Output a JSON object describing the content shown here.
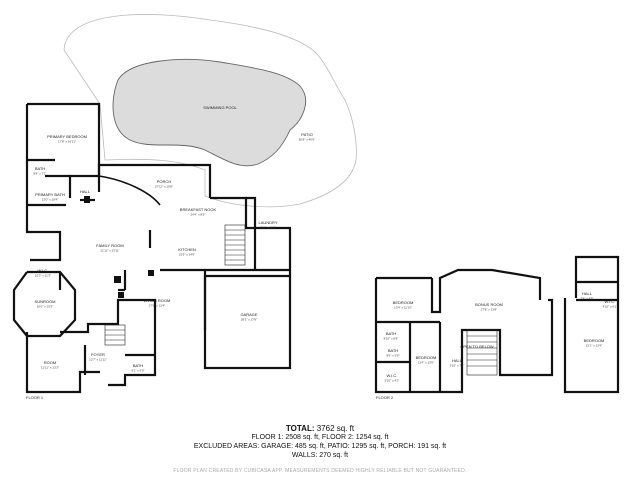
{
  "rooms": [
    {
      "id": "primary-bedroom",
      "name": "PRIMARY BEDROOM",
      "dims": "17'8\" x 16'11\""
    },
    {
      "id": "bath-1",
      "name": "BATH",
      "dims": "8'8\" x 7'1\""
    },
    {
      "id": "primary-bath",
      "name": "PRIMARY BATH",
      "dims": "13'0\" x 18'4\""
    },
    {
      "id": "hall-1",
      "name": "HALL",
      "dims": ""
    },
    {
      "id": "porch",
      "name": "PORCH",
      "dims": "27'11\" x 10'8\""
    },
    {
      "id": "breakfast-nook",
      "name": "BREAKFAST NOOK",
      "dims": "24'4\" x 8'9\""
    },
    {
      "id": "laundry",
      "name": "LAUNDRY",
      "dims": "8'11\" x 11'9\""
    },
    {
      "id": "family-room",
      "name": "FAMILY ROOM",
      "dims": "21'11\" x 23'11\""
    },
    {
      "id": "kitchen",
      "name": "KITCHEN",
      "dims": "23'6\" x 14'6\""
    },
    {
      "id": "wic-1",
      "name": "W.I.C.",
      "dims": "10'3\" x 11'3\""
    },
    {
      "id": "swimming-pool",
      "name": "SWIMMING POOL",
      "dims": ""
    },
    {
      "id": "patio",
      "name": "PATIO",
      "dims": "82'8\" x 40'6\""
    },
    {
      "id": "sunroom",
      "name": "SUNROOM",
      "dims": "16'0\" x 15'3\""
    },
    {
      "id": "living-room",
      "name": "LIVING ROOM",
      "dims": "17'9\" x 12'4\""
    },
    {
      "id": "garage",
      "name": "GARAGE",
      "dims": "28'3\" x 27'9\""
    },
    {
      "id": "room",
      "name": "ROOM",
      "dims": "12'11\" x 13'3\""
    },
    {
      "id": "foyer",
      "name": "FOYER",
      "dims": "12'7\" x 11'11\""
    },
    {
      "id": "bath-2",
      "name": "BATH",
      "dims": "6'1\" x 6'0\""
    },
    {
      "id": "bedroom-1",
      "name": "BEDROOM",
      "dims": "13'4\" x 11'10\""
    },
    {
      "id": "bonus-room",
      "name": "BONUS ROOM",
      "dims": "27'8\" x 13'8\""
    },
    {
      "id": "bath-3",
      "name": "BATH",
      "dims": "8'10\" x 8'8\""
    },
    {
      "id": "hall-2",
      "name": "HALL",
      "dims": "3'8\" x 8'5\""
    },
    {
      "id": "wic-2",
      "name": "W.I.C.",
      "dims": "4'10\" x 6'1\""
    },
    {
      "id": "bath-4",
      "name": "BATH",
      "dims": "8'6\" x 5'9\""
    },
    {
      "id": "bedroom-2",
      "name": "BEDROOM",
      "dims": "11'4\" x 13'0\""
    },
    {
      "id": "open-to-below",
      "name": "OPEN TO BELOW",
      "dims": ""
    },
    {
      "id": "bedroom-3",
      "name": "BEDROOM",
      "dims": "13'1\" x 13'4\""
    },
    {
      "id": "hall-3",
      "name": "HALL",
      "dims": "3'10\" x 7'1\""
    },
    {
      "id": "wic-3",
      "name": "W.I.C.",
      "dims": "5'10\" x 4'2\""
    }
  ],
  "floor_labels": {
    "floor1": "FLOOR 1",
    "floor2": "FLOOR 2"
  },
  "totals": {
    "total_label": "TOTAL:",
    "total_value": "3762 sq. ft",
    "floors": "FLOOR 1: 2508 sq. ft, FLOOR 2: 1254 sq. ft",
    "excluded": "EXCLUDED AREAS: GARAGE: 485 sq. ft, PATIO: 1295 sq. ft, PORCH: 191 sq. ft",
    "walls": "WALLS: 270 sq. ft"
  },
  "disclaimer": "FLOOR PLAN CREATED BY CUBICASA APP. MEASUREMENTS DEEMED HIGHLY RELIABLE BUT NOT GUARANTEED."
}
